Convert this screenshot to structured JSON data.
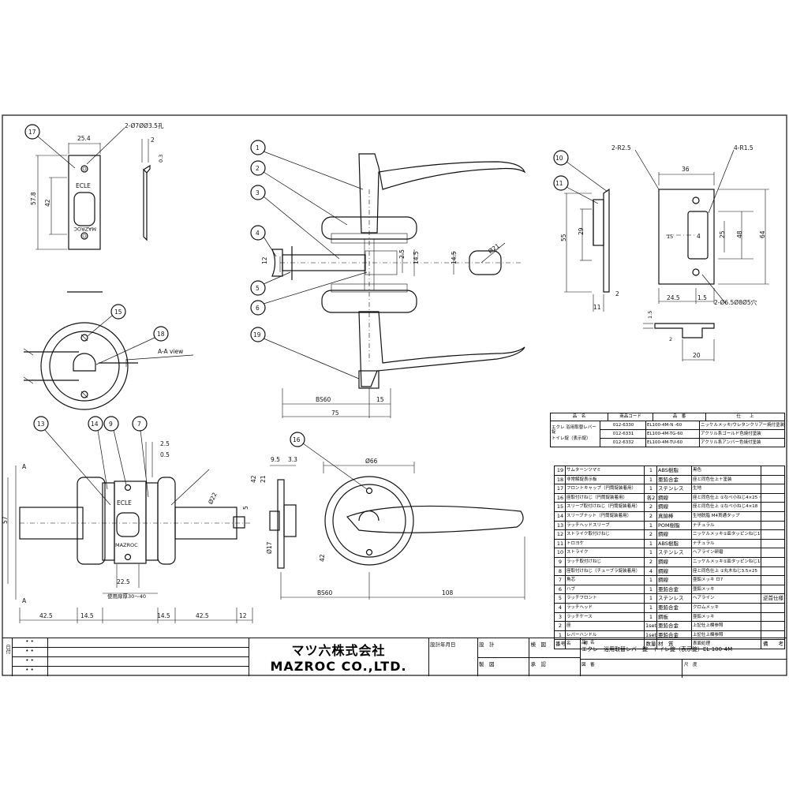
{
  "callouts": [
    "1",
    "2",
    "3",
    "4",
    "5",
    "6",
    "19",
    "17",
    "15",
    "18",
    "13",
    "14",
    "9",
    "7",
    "16",
    "10",
    "11"
  ],
  "dims": {
    "strike_top": {
      "w": "25.4",
      "holes": "2-Ø7ØØ3.5孔",
      "h_total": "57.8",
      "h_inner": "42",
      "thick": "2",
      "thick2": "0.3"
    },
    "strike_text": {
      "top": "ECLE",
      "bottom": "MAZROC"
    },
    "section_view": "A-A view",
    "front": {
      "d12": "12",
      "d25": "2.5",
      "d145": "14.5",
      "d145b": "14.5",
      "d21": "Ø21",
      "bs60": "BS60",
      "d15": "15",
      "d75": "75"
    },
    "right": {
      "r25": "2-R2.5",
      "r15": "4-R1.5",
      "w36": "36",
      "h55": "55",
      "h29": "29",
      "h25": "25",
      "h48": "48",
      "h64": "64",
      "w15": "15",
      "w4": "4",
      "w11": "11",
      "d2": "2",
      "w245": "24.5",
      "w15b": "1.5",
      "holes": "2-Ø6.5Ø8Ø5穴",
      "d15b": "1.5",
      "d2b": "2",
      "w20": "20"
    },
    "bottom": {
      "d25": "2.5",
      "d05": "0.5",
      "d22": "Ø22",
      "d57": "57",
      "a": "A",
      "d5": "5",
      "d225": "22.5",
      "d425": "42.5",
      "d145": "14.5",
      "range": "使用扉厚30～40",
      "d145b": "14.5",
      "d425b": "42.5",
      "d12": "12",
      "d95": "9.5",
      "d33": "3.3",
      "d42": "42",
      "d21": "21",
      "d66": "Ø66",
      "d17": "Ø17",
      "d42b": "42",
      "bs60": "BS60",
      "d108": "108",
      "ecle": "ECLE",
      "mazroc": "MAZROC"
    }
  },
  "product_table": {
    "headers": [
      "品　名",
      "商品コード",
      "品　番",
      "仕　　上"
    ],
    "name1": "エクレ 浴用取替レバー錠",
    "name2": "トイレ錠（表示錠）",
    "rows": [
      {
        "code": "012-6330",
        "part": "EL100-4M-N -60",
        "finish": "ニッケルメッキ/ウレタンクリアー焼付塗装"
      },
      {
        "code": "012-6331",
        "part": "EL100-4M-TG-60",
        "finish": "アクリル系ゴールド色焼付塗装"
      },
      {
        "code": "012-6332",
        "part": "EL100-4M-TU-60",
        "finish": "アクリル系アンバー色焼付塗装"
      }
    ]
  },
  "parts_list": [
    {
      "no": "19",
      "name": "サムターンツマミ",
      "qty": "1",
      "mat": "ABS樹脂",
      "finish": "黒色",
      "note": ""
    },
    {
      "no": "18",
      "name": "非常解錠表示板",
      "qty": "1",
      "mat": "亜鉛合金",
      "finish": "座と同色仕上＋塗装",
      "note": ""
    },
    {
      "no": "17",
      "name": "フロントキャップ（円筒錠装着用）",
      "qty": "1",
      "mat": "ステンレス",
      "finish": "生地",
      "note": ""
    },
    {
      "no": "16",
      "name": "座取付けねじ（円筒錠装着用）",
      "qty": "各2",
      "mat": "鋼線",
      "finish": "座と同色仕上 ①なべ小ねじ4×25・35",
      "note": ""
    },
    {
      "no": "15",
      "name": "スリーブ取付けねじ（円筒錠装着用）",
      "qty": "2",
      "mat": "鋼線",
      "finish": "座と同色仕上 ①なべ小ねじ4×18",
      "note": ""
    },
    {
      "no": "14",
      "name": "スリーブナット（円筒錠装着用）",
      "qty": "2",
      "mat": "真鍮棒",
      "finish": "生地脱脂 M4貫通タップ",
      "note": ""
    },
    {
      "no": "13",
      "name": "ラッチヘッドスリーブ",
      "qty": "1",
      "mat": "POM樹脂",
      "finish": "ナチュラル",
      "note": ""
    },
    {
      "no": "12",
      "name": "ストライク取付けねじ",
      "qty": "2",
      "mat": "鋼線",
      "finish": "ニッケルメッキ①皿タッピンねじ1種3×25",
      "note": ""
    },
    {
      "no": "11",
      "name": "トロヨケ",
      "qty": "1",
      "mat": "ABS樹脂",
      "finish": "ナチュラル",
      "note": ""
    },
    {
      "no": "10",
      "name": "ストライク",
      "qty": "1",
      "mat": "ステンレス",
      "finish": "ヘアライン研磨",
      "note": ""
    },
    {
      "no": "9",
      "name": "ラッチ取付けねじ",
      "qty": "2",
      "mat": "鋼線",
      "finish": "ニッケルメッキ①皿タッピンねじ1種3×25",
      "note": ""
    },
    {
      "no": "8",
      "name": "座取付けねじ（チューブラ錠装着用）",
      "qty": "4",
      "mat": "鋼線",
      "finish": "座と同色仕上 ①丸木ねじ3.5×25",
      "note": ""
    },
    {
      "no": "7",
      "name": "角芯",
      "qty": "1",
      "mat": "鋼線",
      "finish": "亜鉛メッキ ロ7",
      "note": ""
    },
    {
      "no": "6",
      "name": "ハブ",
      "qty": "1",
      "mat": "亜鉛合金",
      "finish": "亜鉛メッキ",
      "note": ""
    },
    {
      "no": "5",
      "name": "ラッチフロント",
      "qty": "1",
      "mat": "ステンレス",
      "finish": "ヘアライン",
      "note": "逆首仕様"
    },
    {
      "no": "4",
      "name": "ラッチヘッド",
      "qty": "1",
      "mat": "亜鉛合金",
      "finish": "クロムメッキ",
      "note": ""
    },
    {
      "no": "3",
      "name": "ラッチケース",
      "qty": "1",
      "mat": "鋼板",
      "finish": "亜鉛メッキ",
      "note": ""
    },
    {
      "no": "2",
      "name": "座",
      "qty": "1set",
      "mat": "亜鉛合金",
      "finish": "上記仕上欄参照",
      "note": ""
    },
    {
      "no": "1",
      "name": "レバーハンドル",
      "qty": "1set",
      "mat": "亜鉛合金",
      "finish": "上記仕上欄参照",
      "note": ""
    }
  ],
  "parts_headers": [
    "番号",
    "名　　　称",
    "数量",
    "材　質",
    "表面処理",
    "備　　考"
  ],
  "title_block": {
    "company_jp": "マツ六株式会社",
    "company_en": "MAZROC CO.,LTD.",
    "left_label": "日付",
    "date_label": "設計年月日",
    "design": "設　計",
    "check": "検　図",
    "draft": "製　図",
    "approve": "承　認",
    "product_label": "品　名",
    "product_name": "エクレ　浴用取替レバー錠　トイレ錠（表示錠）EL-100-4M",
    "drawing_no": "図　番",
    "scale": "尺　度"
  }
}
